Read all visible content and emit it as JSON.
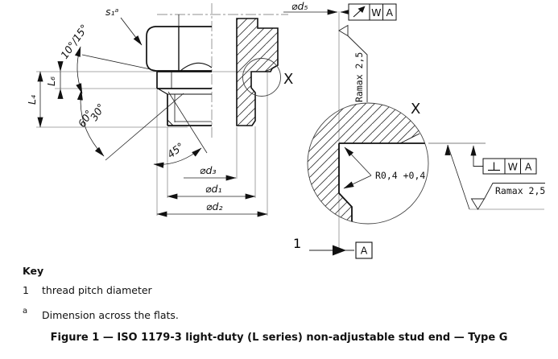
{
  "drawing": {
    "labels": {
      "s1_flats": "s₁ᵃ",
      "angle_washer": "10°/15°",
      "angle_30": "30°",
      "angle_60": "60°",
      "angle_45": "45°",
      "len_L4": "L₄",
      "len_L6": "L₆",
      "dia_d3": "⌀d₃",
      "dia_d1": "⌀d₁",
      "dia_d2": "⌀d₂",
      "dia_d5": "⌀d₅",
      "detail_marker": "X",
      "detail_view_title": "X",
      "radius_note": "R0,4 +0,4",
      "surface_finish_top": "Ramax 2,5",
      "surface_finish_right": "Ramax 2,5",
      "pitch_diameter_ref": "1",
      "datum_label": "A"
    },
    "fcf_top": {
      "symbol": "circular-runout",
      "tolerance_zone": "W",
      "datum": "A"
    },
    "fcf_right": {
      "symbol": "perpendicularity",
      "tolerance_zone": "W",
      "datum": "A"
    }
  },
  "key": {
    "heading": "Key",
    "item_number": "1",
    "item_text": "thread pitch diameter",
    "footnote_marker": "a",
    "footnote_text": "Dimension across the flats."
  },
  "caption": "Figure 1 — ISO 1179-3 light-duty (L series) non-adjustable stud end — Type G",
  "colors": {
    "line": "#1a1a1a",
    "extension_line": "#8c8c8c",
    "background": "#ffffff"
  }
}
